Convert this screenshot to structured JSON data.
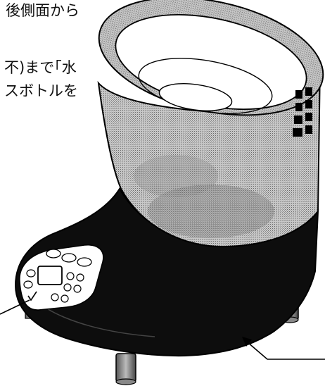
{
  "caption": {
    "line1": "後側面から",
    "line2": "不)まで｢水",
    "line3": "スボトルを"
  }
}
